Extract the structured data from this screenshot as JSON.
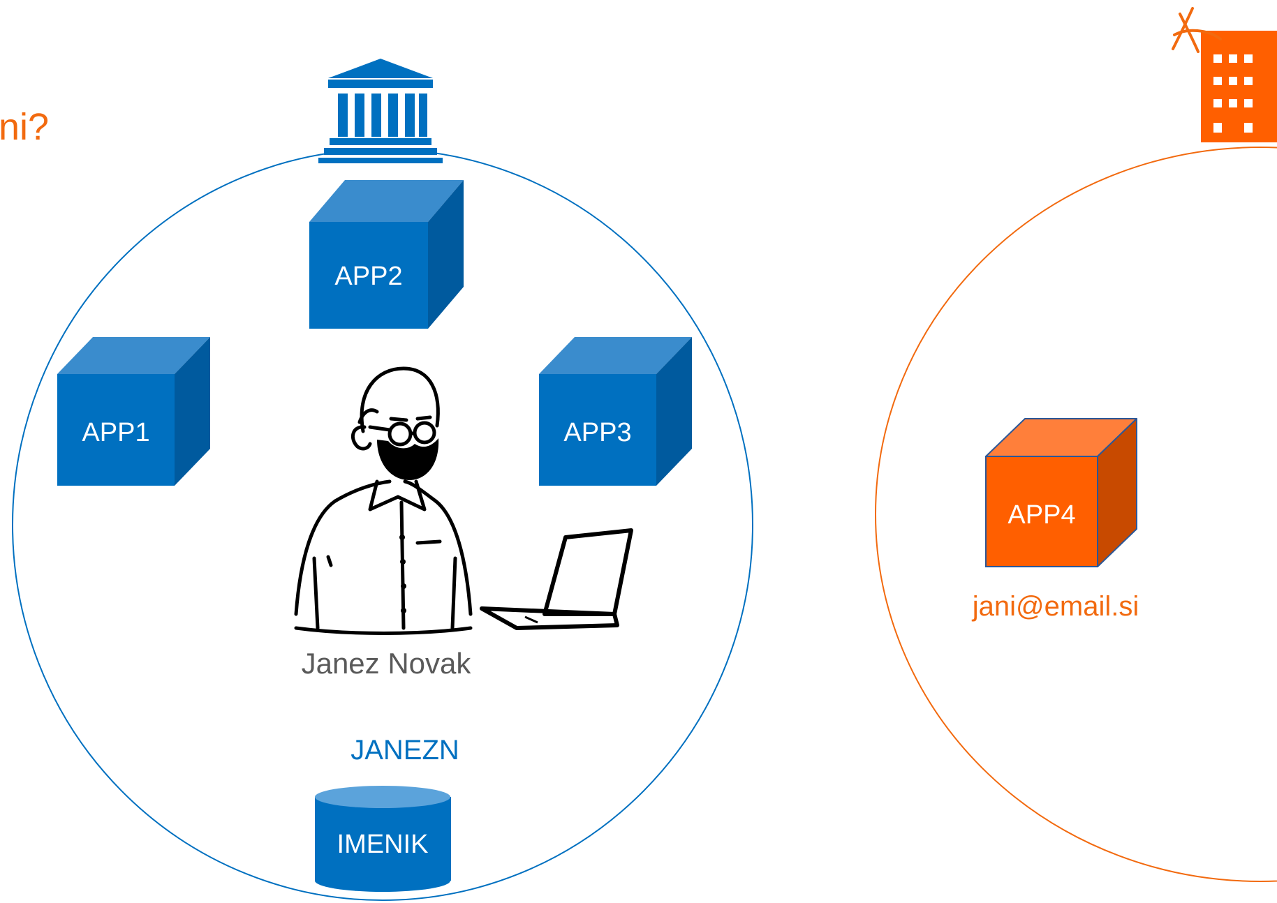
{
  "title": "ni?",
  "colors": {
    "blue": "#0070c0",
    "blue_top": "#3a8ccd",
    "blue_side": "#005a9e",
    "orange": "#ff5f00",
    "orange_top": "#ff7f3a",
    "orange_side": "#c84a00",
    "gray_text": "#595959"
  },
  "left_domain": {
    "icon": "government-building-icon",
    "apps": [
      "APP2",
      "APP1",
      "APP3"
    ],
    "person_name": "Janez Novak",
    "username": "JANEZN",
    "directory": "IMENIK"
  },
  "right_domain": {
    "icon": "office-building-icon",
    "app": "APP4",
    "email": "jani@email.si"
  }
}
